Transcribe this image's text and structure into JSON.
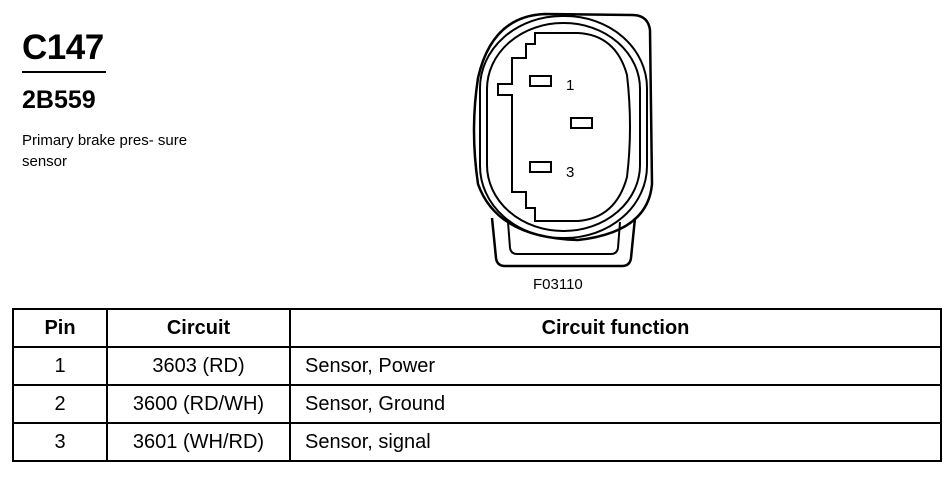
{
  "connector": {
    "id": "C147",
    "part_number": "2B559",
    "description": "Primary brake pres- sure sensor"
  },
  "diagram": {
    "pin_labels": [
      "1",
      "3"
    ],
    "figure_code": "F03110"
  },
  "table": {
    "headers": [
      "Pin",
      "Circuit",
      "Circuit function"
    ],
    "rows": [
      {
        "pin": "1",
        "circuit": "3603 (RD)",
        "function": "Sensor, Power"
      },
      {
        "pin": "2",
        "circuit": "3600 (RD/WH)",
        "function": "Sensor, Ground"
      },
      {
        "pin": "3",
        "circuit": "3601 (WH/RD)",
        "function": "Sensor, signal"
      }
    ]
  }
}
